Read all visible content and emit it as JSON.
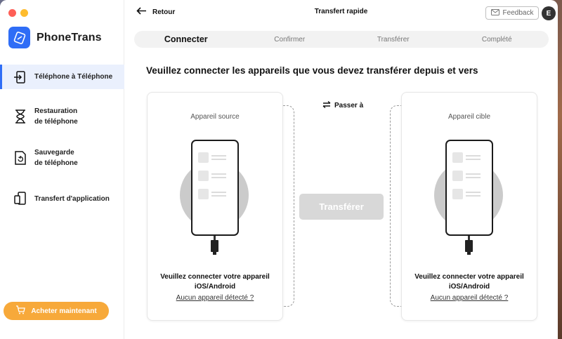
{
  "app": {
    "name": "PhoneTrans",
    "user_initial": "E"
  },
  "colors": {
    "accent": "#2f6df6",
    "buy": "#f7a93a",
    "disabled": "#d8d8d8"
  },
  "header": {
    "back_label": "Retour",
    "title": "Transfert rapide",
    "feedback_label": "Feedback"
  },
  "steps": [
    {
      "label": "Connecter",
      "active": true
    },
    {
      "label": "Confirmer",
      "active": false
    },
    {
      "label": "Transférer",
      "active": false
    },
    {
      "label": "Complété",
      "active": false
    }
  ],
  "sidebar": {
    "items": [
      {
        "label": "Téléphone à Téléphone",
        "icon": "phone-transfer-icon",
        "active": true
      },
      {
        "label": "Restauration de téléphone",
        "icon": "hourglass-icon",
        "active": false
      },
      {
        "label": "Sauvegarde de téléphone",
        "icon": "backup-icon",
        "active": false
      },
      {
        "label": "Transfert d'application",
        "icon": "app-transfer-icon",
        "active": false
      }
    ],
    "buy_label": "Acheter maintenant"
  },
  "main": {
    "heading": "Veuillez connecter les appareils que vous devez transférer depuis et vers",
    "swap_label": "Passer à",
    "transfer_label": "Transférer",
    "source": {
      "label": "Appareil source",
      "message_line1": "Veuillez connecter votre appareil",
      "message_line2": "iOS/Android",
      "link": "Aucun appareil détecté ?"
    },
    "target": {
      "label": "Appareil cible",
      "message_line1": "Veuillez connecter votre appareil",
      "message_line2": "iOS/Android",
      "link": "Aucun appareil détecté ?"
    }
  }
}
